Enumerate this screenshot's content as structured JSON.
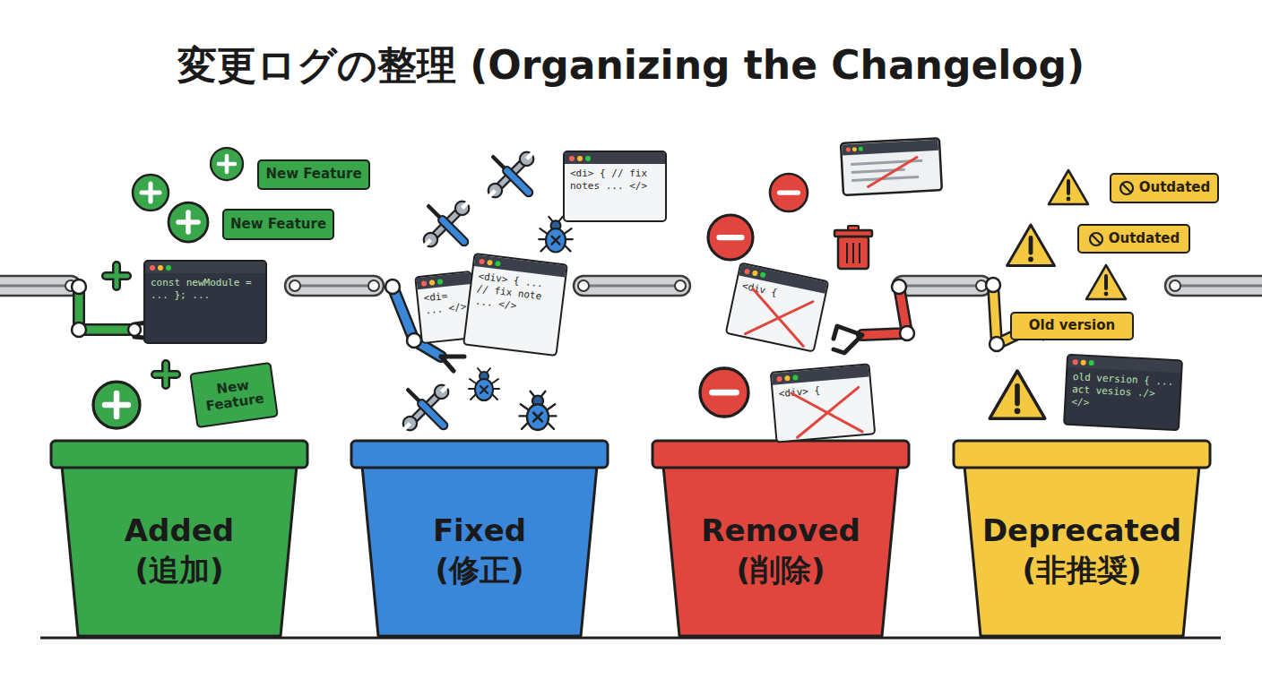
{
  "diagram": {
    "title": "変更ログの整理 (Organizing the Changelog)",
    "nodes": [
      {
        "text": [
          "New Feature"
        ]
      },
      {
        "text": [
          "New Feature"
        ]
      },
      {
        "text": [
          "const newModule = ... }; ..."
        ]
      },
      {
        "text": [
          "New Feature"
        ]
      },
      {
        "text": [
          "Added",
          "(追加)"
        ]
      },
      {
        "text": [
          "<di> { // fix notes ... </>"
        ]
      },
      {
        "text": [
          "<di= ... </>"
        ]
      },
      {
        "text": [
          "<div> { ... // fix note ... </>"
        ]
      },
      {
        "text": [
          "Fixed",
          "(修正)"
        ]
      },
      {
        "text": [
          "<div {"
        ]
      },
      {
        "text": [
          "<div> {"
        ]
      },
      {
        "text": [
          "Removed",
          "(削除)"
        ]
      },
      {
        "text": [
          "Outdated"
        ]
      },
      {
        "text": [
          "Outdated"
        ]
      },
      {
        "text": [
          "Old version"
        ]
      },
      {
        "text": [
          "old version { ... act vesios ./> </>"
        ]
      },
      {
        "text": [
          "Deprecated",
          "(非推奨)"
        ]
      }
    ]
  }
}
